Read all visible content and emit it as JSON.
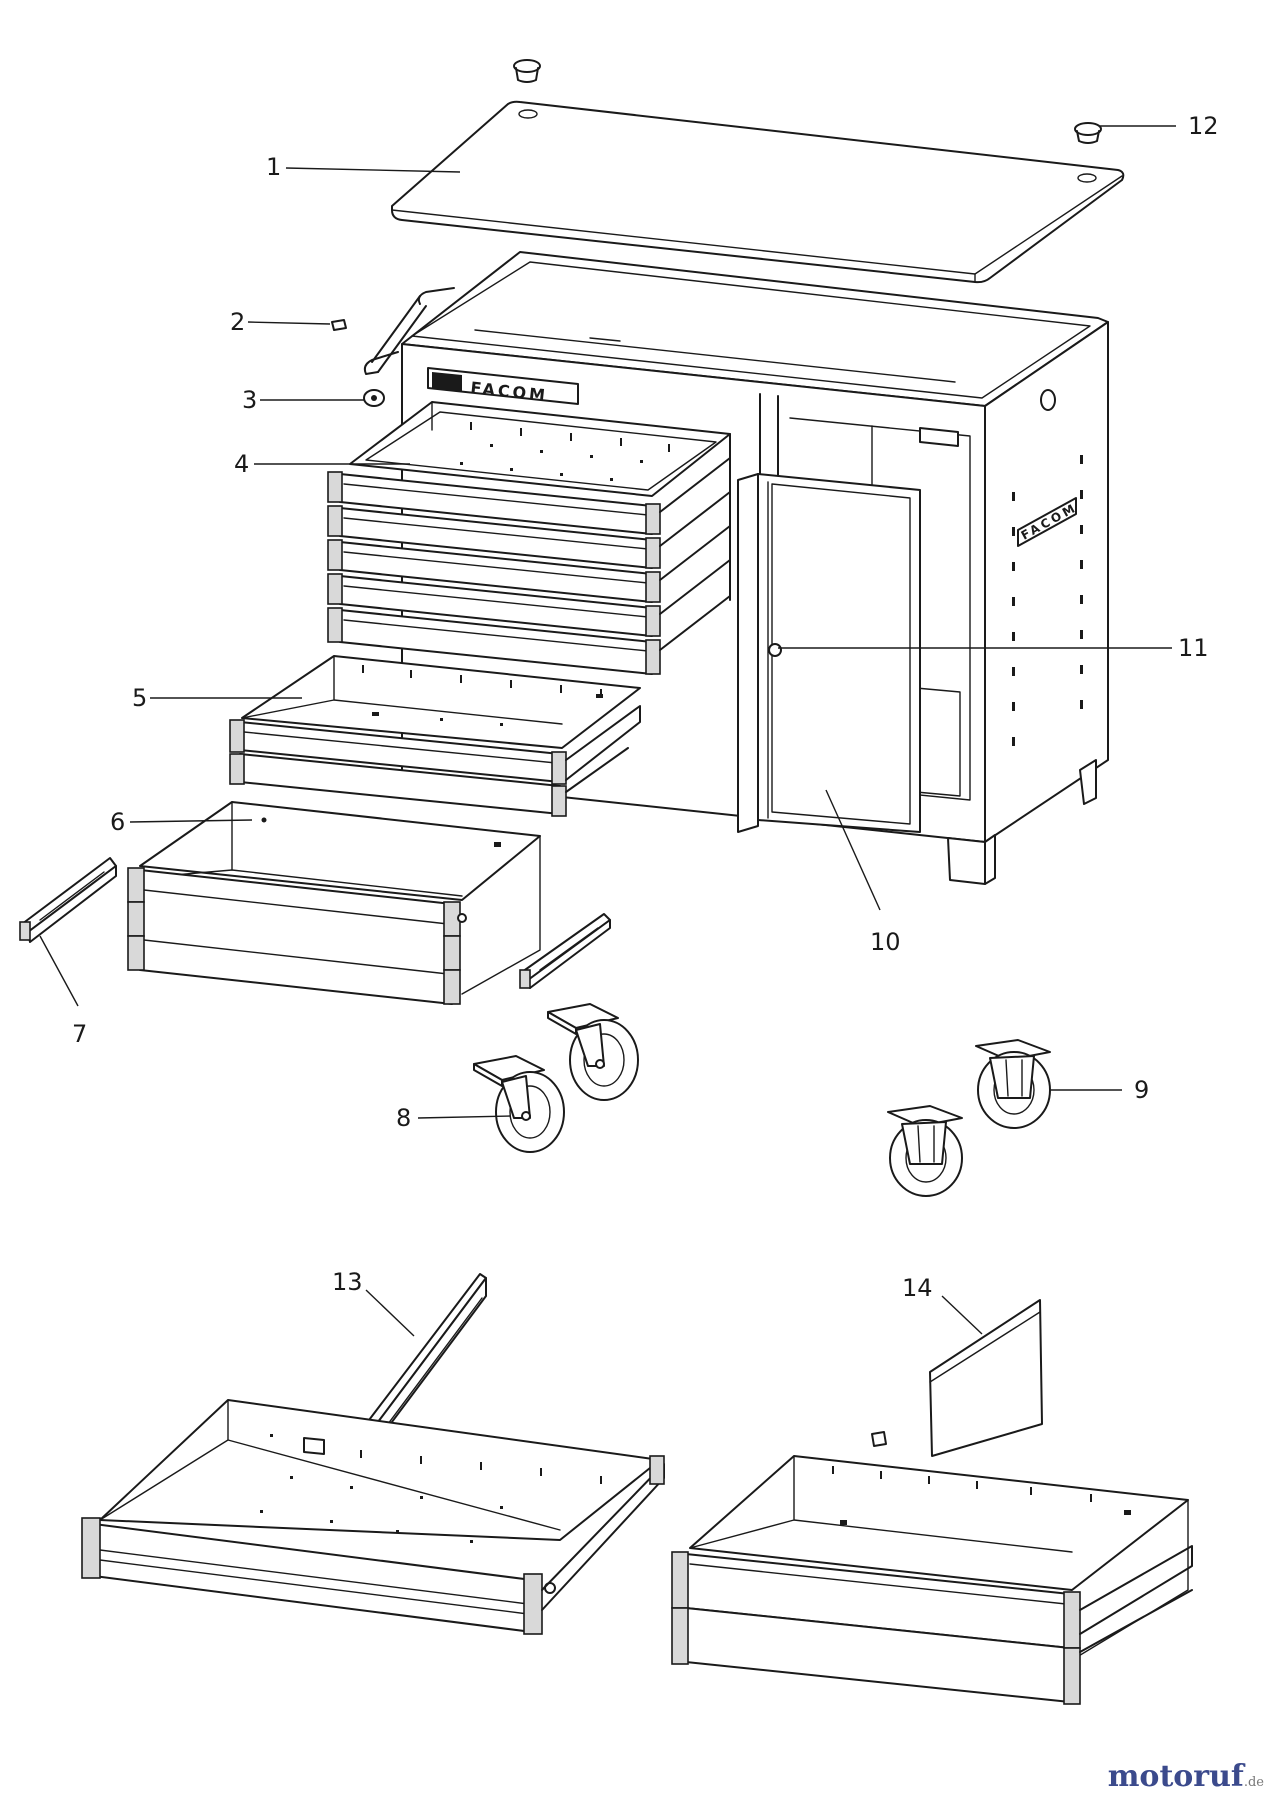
{
  "brand": {
    "label": "FACOM"
  },
  "watermark": {
    "name": "motoruf",
    "tld": ".de",
    "colors": [
      "#3b4a8c",
      "#c8462e",
      "#5a8a2e"
    ]
  },
  "callouts": [
    {
      "id": "1",
      "label": "1"
    },
    {
      "id": "2",
      "label": "2"
    },
    {
      "id": "3",
      "label": "3"
    },
    {
      "id": "4",
      "label": "4"
    },
    {
      "id": "5",
      "label": "5"
    },
    {
      "id": "6",
      "label": "6"
    },
    {
      "id": "7",
      "label": "7"
    },
    {
      "id": "8",
      "label": "8"
    },
    {
      "id": "9",
      "label": "9"
    },
    {
      "id": "10",
      "label": "10"
    },
    {
      "id": "11",
      "label": "11"
    },
    {
      "id": "12",
      "label": "12"
    },
    {
      "id": "13",
      "label": "13"
    },
    {
      "id": "14",
      "label": "14"
    }
  ]
}
